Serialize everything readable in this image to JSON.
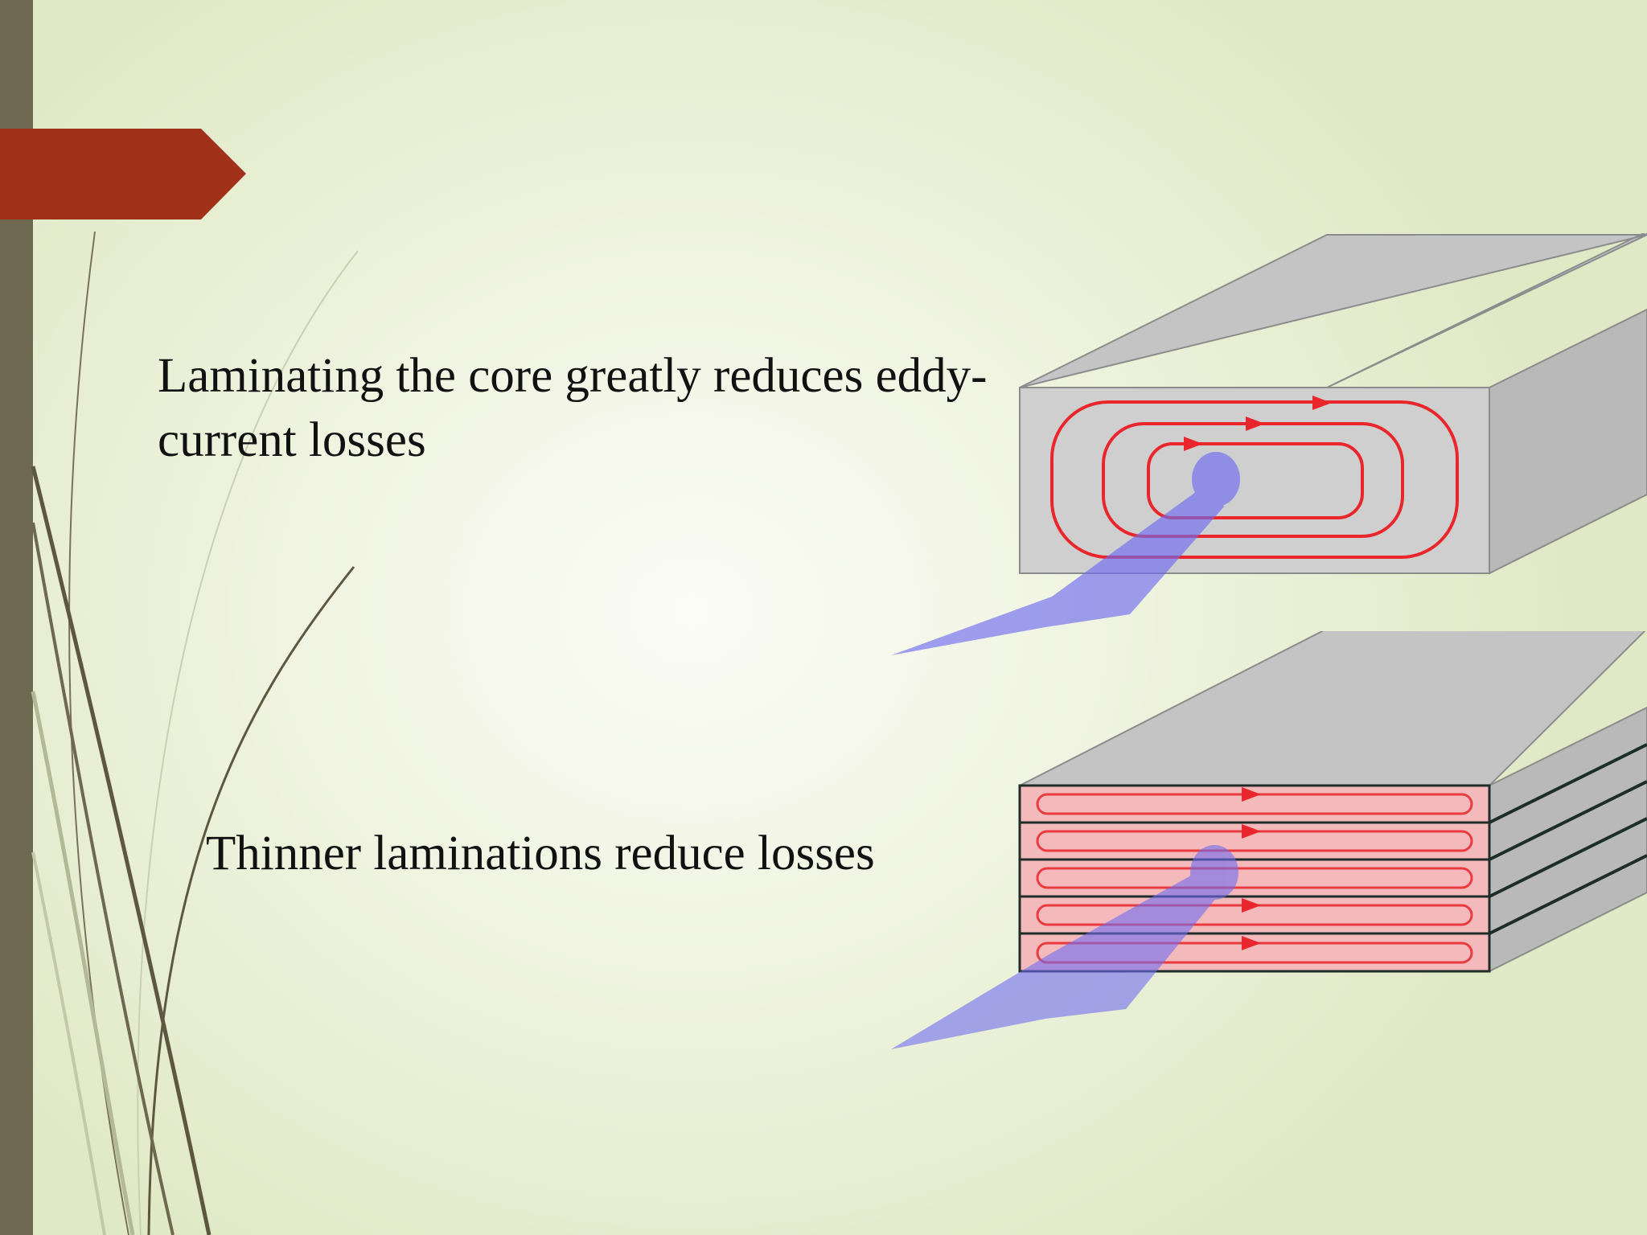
{
  "slide": {
    "body_text_1": "Laminating the core greatly reduces eddy-current losses",
    "body_text_2": "Thinner laminations reduce losses"
  },
  "colors": {
    "side_bar": "#706951",
    "accent_tab": "#a23119",
    "core_front": "#cfcfcf",
    "core_top": "#c4c4c4",
    "core_side": "#b9b9b9",
    "eddy_current": "#e8262b",
    "magnetic_flux": "#6f6cf0"
  },
  "diagrams": [
    {
      "name": "solid-core",
      "laminations": 1,
      "current_loops": 3
    },
    {
      "name": "laminated-core",
      "laminations": 5,
      "current_loops": 5
    }
  ]
}
